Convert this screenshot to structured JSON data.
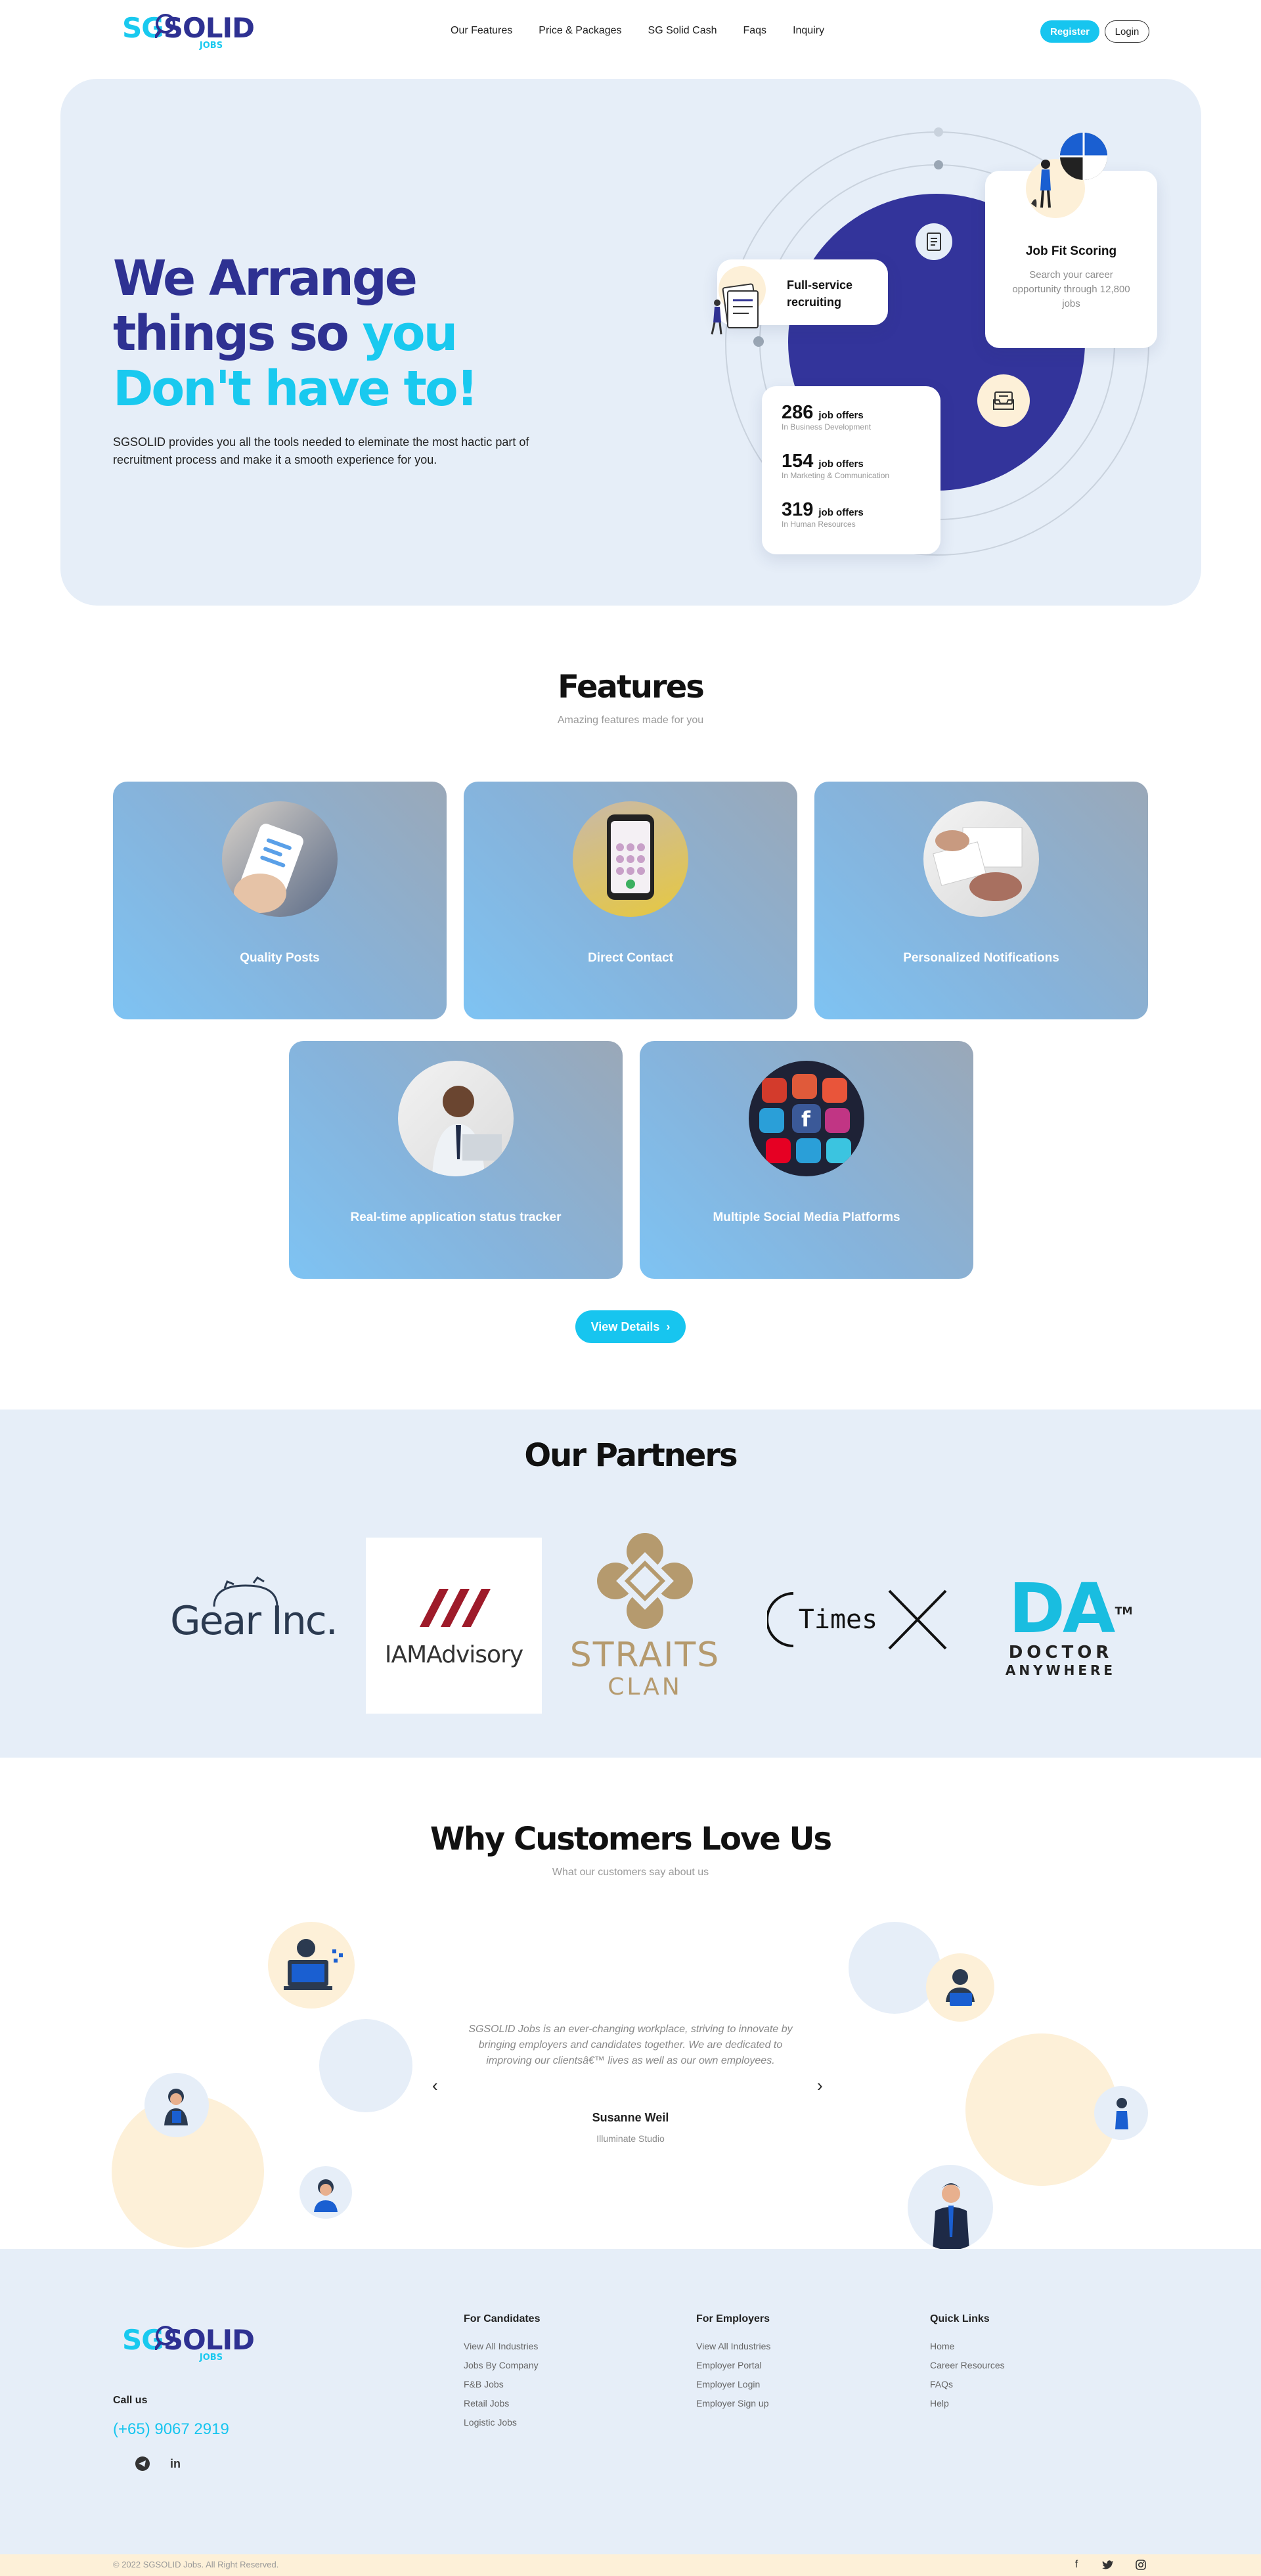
{
  "brand": {
    "logo_sg": "SG",
    "logo_solid": "SOLID",
    "logo_jobs": "JOBS"
  },
  "nav": {
    "links": [
      "Our Features",
      "Price & Packages",
      "SG Solid Cash",
      "Faqs",
      "Inquiry"
    ],
    "register": "Register",
    "login": "Login"
  },
  "hero": {
    "title_line1": "We Arrange",
    "title_line2a": "things so ",
    "title_line2b": "you",
    "title_line3": "Don't have to!",
    "description": "SGSOLID provides you all the tools needed to eleminate the most hactic part of recruitment process and make it a smooth experience for you.",
    "full_service": "Full-service recruiting",
    "job_fit_title": "Job Fit Scoring",
    "job_fit_desc": "Search your career opportunity through 12,800 jobs",
    "job_offers": [
      {
        "count": "286",
        "label": "job offers",
        "category": "In Business Development"
      },
      {
        "count": "154",
        "label": "job offers",
        "category": "In Marketing & Communication"
      },
      {
        "count": "319",
        "label": "job offers",
        "category": "In Human Resources"
      }
    ],
    "colors": {
      "primary": "#2e3192",
      "accent": "#19c9ef",
      "bg": "#e6eef8"
    }
  },
  "features": {
    "title": "Features",
    "subtitle": "Amazing features made for you",
    "cards": [
      {
        "label": "Quality Posts",
        "icon": "phone-chat-photo"
      },
      {
        "label": "Direct Contact",
        "icon": "phone-dial-photo"
      },
      {
        "label": "Personalized Notifications",
        "icon": "documents-photo"
      },
      {
        "label": "Real-time application status tracker",
        "icon": "office-man-photo"
      },
      {
        "label": "Multiple Social Media Platforms",
        "icon": "social-apps-photo"
      }
    ],
    "button": "View Details"
  },
  "partners": {
    "title": "Our Partners",
    "logos": [
      {
        "name": "Gear Inc."
      },
      {
        "name": "IAMAdvisory"
      },
      {
        "name": "STRAITS",
        "sub": "CLAN"
      },
      {
        "name": "Times"
      },
      {
        "name": "DA",
        "sub": "DOCTOR",
        "sub2": "ANYWHERE",
        "tm": "TM"
      }
    ]
  },
  "testimonials": {
    "title": "Why Customers Love Us",
    "subtitle": "What our customers say about us",
    "quote": "SGSOLID Jobs is an ever-changing workplace, striving to innovate by bringing employers and candidates together. We are dedicated to improving our clientsâ€™ lives as well as our own employees.",
    "name": "Susanne Weil",
    "company": "Illuminate Studio"
  },
  "footer": {
    "call_us": "Call us",
    "phone": "(+65) 9067 2919",
    "columns": [
      {
        "title": "For Candidates",
        "items": [
          "View All Industries",
          "Jobs By Company",
          "F&B Jobs",
          "Retail Jobs",
          "Logistic Jobs"
        ]
      },
      {
        "title": "For Employers",
        "items": [
          "View All Industries",
          "Employer Portal",
          "Employer Login",
          "Employer Sign up"
        ]
      },
      {
        "title": "Quick Links",
        "items": [
          "Home",
          "Career Resources",
          "FAQs",
          "Help"
        ]
      }
    ],
    "copyright": "© 2022 SGSOLID Jobs. All Right Reserved.",
    "social_bottom": [
      "f",
      "twitter",
      "instagram"
    ]
  }
}
